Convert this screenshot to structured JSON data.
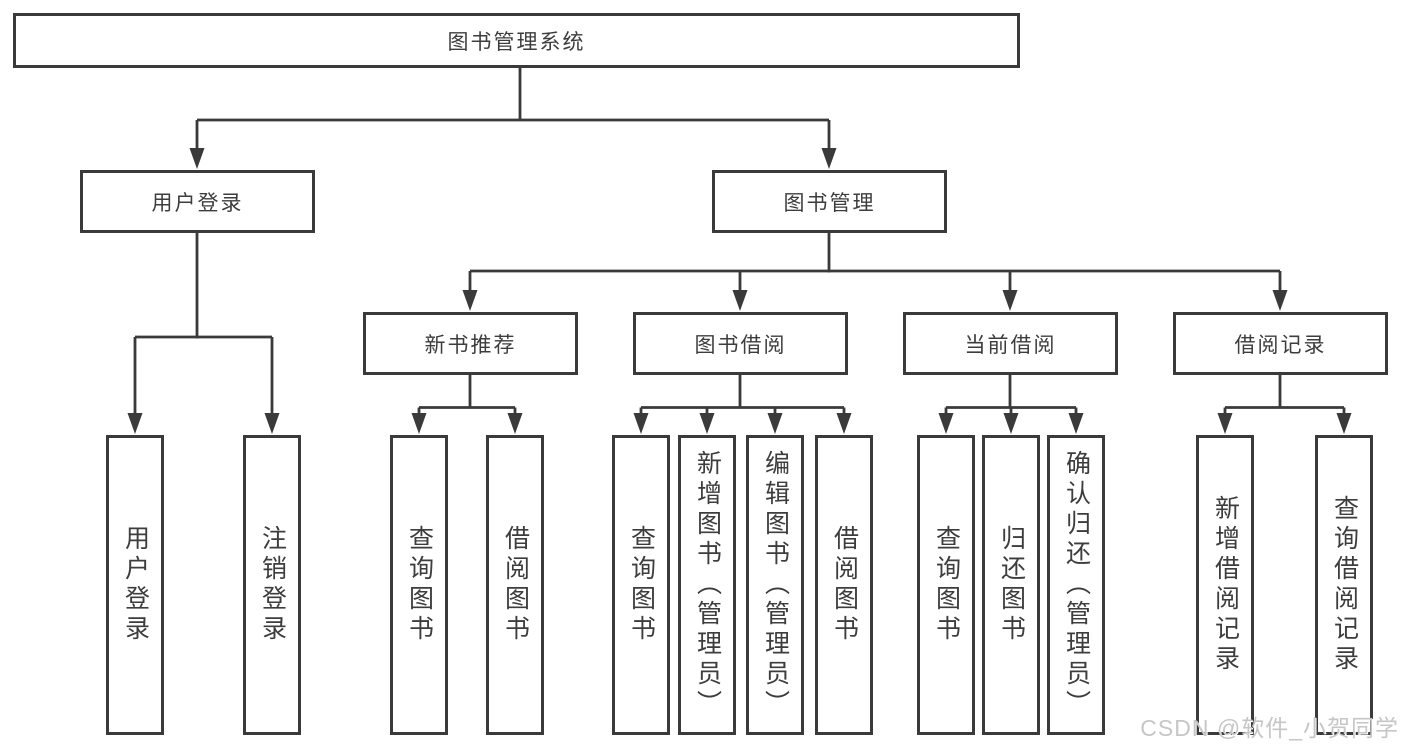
{
  "colors": {
    "line": "#3a3a3a",
    "text": "#3d3d3d",
    "background": "#ffffff",
    "watermark": "#c6c6c6"
  },
  "diagram": {
    "title": "图书管理系统",
    "level2": [
      {
        "label": "用户登录",
        "leaves": [
          "用户登录",
          "注销登录"
        ]
      },
      {
        "label": "图书管理",
        "groups": [
          {
            "label": "新书推荐",
            "leaves": [
              "查询图书",
              "借阅图书"
            ]
          },
          {
            "label": "图书借阅",
            "leaves": [
              "查询图书",
              "新增图书（管理员）",
              "编辑图书（管理员）",
              "借阅图书"
            ]
          },
          {
            "label": "当前借阅",
            "leaves": [
              "查询图书",
              "归还图书",
              "确认归还（管理员）"
            ]
          },
          {
            "label": "借阅记录",
            "leaves": [
              "新增借阅记录",
              "查询借阅记录"
            ]
          }
        ]
      }
    ],
    "watermark": "CSDN @软件_小贺同学"
  }
}
